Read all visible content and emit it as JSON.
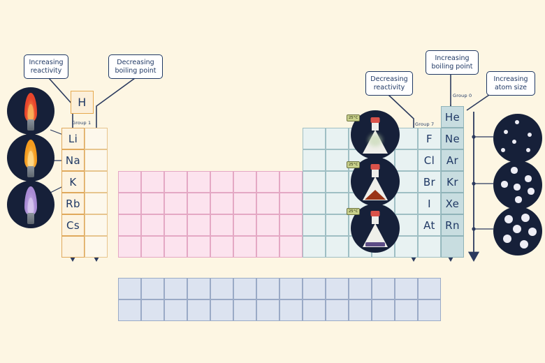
{
  "meta": {
    "title": "Periodic table trends: Group 1, Group 7 and Group 0",
    "background_color": "#FDF6E3",
    "ink_color": "#1F3864"
  },
  "callouts": [
    {
      "id": "increasing-reactivity",
      "label": "Increasing\nreactivity",
      "side": "left"
    },
    {
      "id": "decreasing-boiling-point",
      "label": "Decreasing\nboiling point",
      "side": "left"
    },
    {
      "id": "decreasing-reactivity",
      "label": "Decreasing\nreactivity",
      "side": "right"
    },
    {
      "id": "increasing-boiling-point",
      "label": "Increasing\nboiling point",
      "side": "right"
    },
    {
      "id": "increasing-atom-size",
      "label": "Increasing\natom size",
      "side": "right"
    }
  ],
  "group_captions": [
    {
      "id": "group-1",
      "label": "Group 1"
    },
    {
      "id": "group-7",
      "label": "Group 7"
    },
    {
      "id": "group-0",
      "label": "Group 0"
    }
  ],
  "hydrogen": {
    "symbol": "H"
  },
  "group1": {
    "caption": "Group 1",
    "symbols": [
      "Li",
      "Na",
      "K",
      "Rb",
      "Cs",
      ""
    ],
    "fill": "#FDF3E0",
    "border": "#E0A95C"
  },
  "group2": {
    "symbols": [
      "",
      "",
      "",
      "",
      "",
      ""
    ],
    "fill": "#FDF8EC",
    "border": "#E7C58E"
  },
  "group7": {
    "caption": "Group 7",
    "symbols": [
      "F",
      "Cl",
      "Br",
      "I",
      "At",
      ""
    ],
    "fill": "#E8F2F2",
    "border": "#9FBFC4"
  },
  "group0": {
    "caption": "Group 0",
    "symbols": [
      "He",
      "Ne",
      "Ar",
      "Kr",
      "Xe",
      "Rn",
      ""
    ],
    "fill": "#C8DDE0",
    "border": "#8FB3B8"
  },
  "transition_block": {
    "columns": 10,
    "rows": 4,
    "fill": "#FCE3EE",
    "border": "#E4A8C4"
  },
  "p_block_left": {
    "columns": 5,
    "rows": 5,
    "fill": "#E8F2F2",
    "border": "#9FBFC4"
  },
  "f_block": {
    "columns": 14,
    "rows": 2,
    "fill": "#DCE3F0",
    "border": "#9AAAC6"
  },
  "flame_tests": [
    {
      "id": "flame-lithium",
      "element": "Li",
      "flame_color": "#E8452B",
      "flame_color_inner": "#F8B25A"
    },
    {
      "id": "flame-sodium",
      "element": "Na",
      "flame_color": "#F59C1E",
      "flame_color_inner": "#FFD98A"
    },
    {
      "id": "flame-potassium",
      "element": "K",
      "flame_color": "#A98BD4",
      "flame_color_inner": "#D6C6EE"
    }
  ],
  "halogen_samples": [
    {
      "id": "flask-chlorine",
      "element": "Cl",
      "temperature": "25°C",
      "state": "gas",
      "sample_color": "#BCD3A8"
    },
    {
      "id": "flask-bromine",
      "element": "Br",
      "temperature": "25°C",
      "state": "liquid",
      "sample_color": "#9B3416"
    },
    {
      "id": "flask-iodine",
      "element": "I",
      "temperature": "25°C",
      "state": "solid",
      "sample_color": "#4B3A7A"
    }
  ],
  "atom_size_pucks": [
    {
      "id": "atom-size-neon",
      "element": "Ne",
      "dot_radius": 3.0
    },
    {
      "id": "atom-size-krypton",
      "element": "Kr",
      "dot_radius": 4.6
    },
    {
      "id": "atom-size-radon",
      "element": "Rn",
      "dot_radius": 6.4
    }
  ],
  "arrows": [
    {
      "id": "arrow-group1-reactivity",
      "direction": "down"
    },
    {
      "id": "arrow-group1-boiling-point",
      "direction": "down"
    },
    {
      "id": "arrow-group7-reactivity",
      "direction": "down"
    },
    {
      "id": "arrow-group7-boiling-point",
      "direction": "down"
    },
    {
      "id": "arrow-group0-atom-size",
      "direction": "down"
    }
  ]
}
